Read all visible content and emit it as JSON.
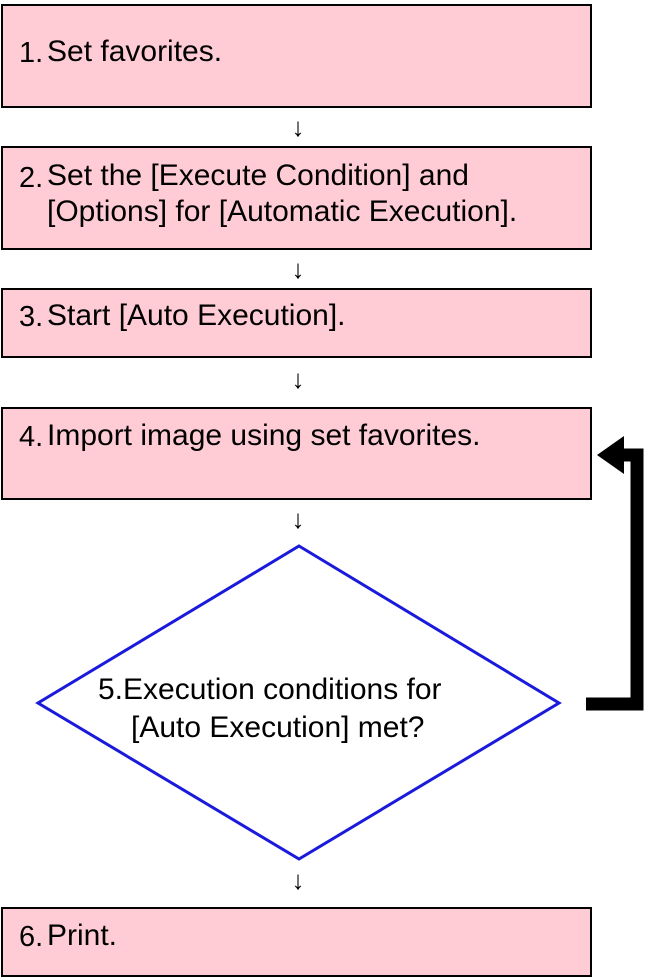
{
  "steps": [
    {
      "number": "1.",
      "lines": [
        "Set favorites."
      ]
    },
    {
      "number": "2.",
      "lines": [
        "Set the [Execute Condition] and",
        "[Options] for [Automatic Execution]."
      ]
    },
    {
      "number": "3.",
      "lines": [
        "Start [Auto Execution]."
      ]
    },
    {
      "number": "4.",
      "lines": [
        "Import image using set favorites."
      ]
    },
    {
      "number": "6.",
      "lines": [
        "Print."
      ]
    }
  ],
  "decision": {
    "lines": [
      "5.Execution conditions for",
      "[Auto Execution] met?"
    ]
  },
  "arrow_glyph": "↓",
  "colors": {
    "step_fill": "#ffccd6",
    "step_border": "#000000",
    "decision_border": "#1a1adc",
    "loop_arrow": "#000000"
  }
}
